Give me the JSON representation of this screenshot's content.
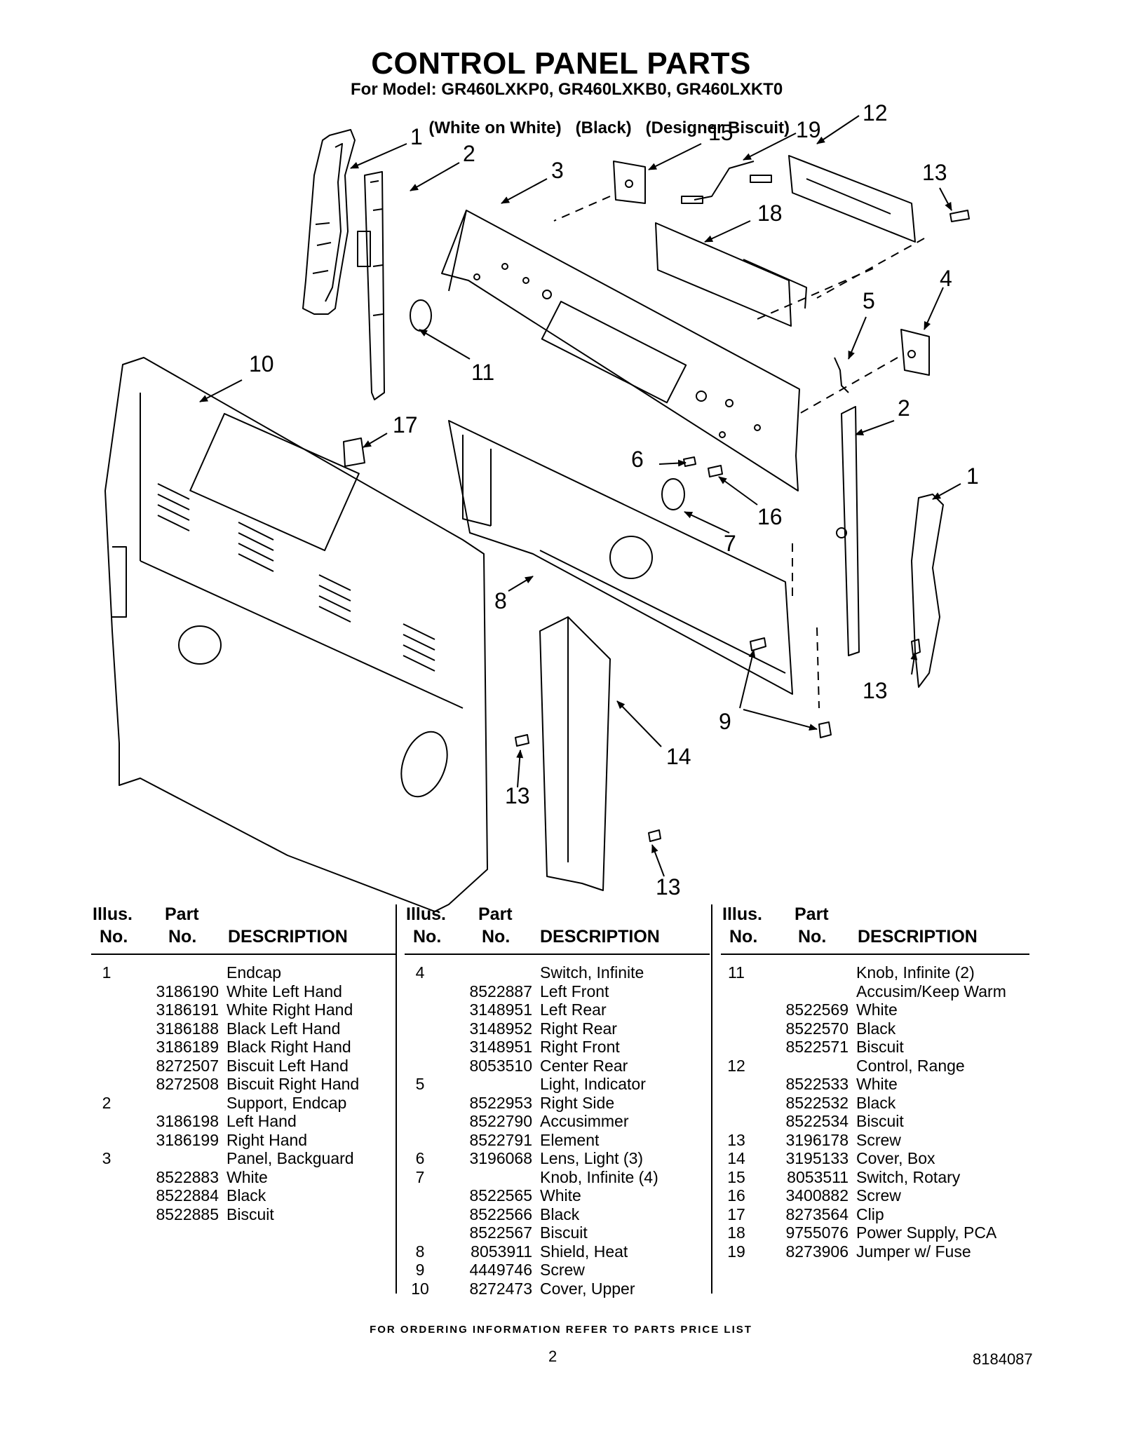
{
  "title": "CONTROL PANEL PARTS",
  "subtitle": "For Model: GR460LXKP0, GR460LXKB0, GR460LXKT0",
  "variants": [
    "(White on White)",
    "(Black)",
    "(Designer Biscuit)"
  ],
  "diagram_callouts": [
    "1",
    "2",
    "3",
    "15",
    "19",
    "12",
    "13",
    "18",
    "4",
    "5",
    "10",
    "11",
    "17",
    "2",
    "6",
    "1",
    "16",
    "7",
    "8",
    "13",
    "9",
    "13",
    "14",
    "13"
  ],
  "table_headers": {
    "illus_top": "Illus.",
    "illus_bottom": "No.",
    "part_top": "Part",
    "part_bottom": "No.",
    "description": "DESCRIPTION"
  },
  "columns": [
    [
      {
        "ill": "1",
        "part": "",
        "desc": "Endcap"
      },
      {
        "ill": "",
        "part": "3186190",
        "desc": "White Left Hand"
      },
      {
        "ill": "",
        "part": "3186191",
        "desc": "White Right Hand"
      },
      {
        "ill": "",
        "part": "3186188",
        "desc": "Black Left Hand"
      },
      {
        "ill": "",
        "part": "3186189",
        "desc": "Black Right Hand"
      },
      {
        "ill": "",
        "part": "8272507",
        "desc": "Biscuit Left Hand"
      },
      {
        "ill": "",
        "part": "8272508",
        "desc": "Biscuit Right Hand"
      },
      {
        "ill": "2",
        "part": "",
        "desc": "Support, Endcap"
      },
      {
        "ill": "",
        "part": "3186198",
        "desc": "Left Hand"
      },
      {
        "ill": "",
        "part": "3186199",
        "desc": "Right Hand"
      },
      {
        "ill": "3",
        "part": "",
        "desc": "Panel, Backguard"
      },
      {
        "ill": "",
        "part": "8522883",
        "desc": "White"
      },
      {
        "ill": "",
        "part": "8522884",
        "desc": "Black"
      },
      {
        "ill": "",
        "part": "8522885",
        "desc": "Biscuit"
      }
    ],
    [
      {
        "ill": "4",
        "part": "",
        "desc": "Switch, Infinite"
      },
      {
        "ill": "",
        "part": "8522887",
        "desc": "Left Front"
      },
      {
        "ill": "",
        "part": "3148951",
        "desc": "Left Rear"
      },
      {
        "ill": "",
        "part": "3148952",
        "desc": "Right Rear"
      },
      {
        "ill": "",
        "part": "3148951",
        "desc": "Right Front"
      },
      {
        "ill": "",
        "part": "8053510",
        "desc": "Center Rear"
      },
      {
        "ill": "5",
        "part": "",
        "desc": "Light, Indicator"
      },
      {
        "ill": "",
        "part": "8522953",
        "desc": "Right Side"
      },
      {
        "ill": "",
        "part": "8522790",
        "desc": "Accusimmer"
      },
      {
        "ill": "",
        "part": "8522791",
        "desc": "Element"
      },
      {
        "ill": "6",
        "part": "3196068",
        "desc": "Lens, Light (3)"
      },
      {
        "ill": "7",
        "part": "",
        "desc": "Knob, Infinite (4)"
      },
      {
        "ill": "",
        "part": "8522565",
        "desc": "White"
      },
      {
        "ill": "",
        "part": "8522566",
        "desc": "Black"
      },
      {
        "ill": "",
        "part": "8522567",
        "desc": "Biscuit"
      },
      {
        "ill": "8",
        "part": "8053911",
        "desc": "Shield, Heat"
      },
      {
        "ill": "9",
        "part": "4449746",
        "desc": "Screw"
      },
      {
        "ill": "10",
        "part": "8272473",
        "desc": "Cover, Upper"
      }
    ],
    [
      {
        "ill": "11",
        "part": "",
        "desc": "Knob, Infinite (2)"
      },
      {
        "ill": "",
        "part": "",
        "desc": "Accusim/Keep Warm"
      },
      {
        "ill": "",
        "part": "8522569",
        "desc": "White"
      },
      {
        "ill": "",
        "part": "8522570",
        "desc": "Black"
      },
      {
        "ill": "",
        "part": "8522571",
        "desc": "Biscuit"
      },
      {
        "ill": "12",
        "part": "",
        "desc": "Control, Range"
      },
      {
        "ill": "",
        "part": "8522533",
        "desc": "White"
      },
      {
        "ill": "",
        "part": "8522532",
        "desc": "Black"
      },
      {
        "ill": "",
        "part": "8522534",
        "desc": "Biscuit"
      },
      {
        "ill": "13",
        "part": "3196178",
        "desc": "Screw"
      },
      {
        "ill": "14",
        "part": "3195133",
        "desc": "Cover, Box"
      },
      {
        "ill": "15",
        "part": "8053511",
        "desc": "Switch, Rotary"
      },
      {
        "ill": "16",
        "part": "3400882",
        "desc": "Screw"
      },
      {
        "ill": "17",
        "part": "8273564",
        "desc": "Clip"
      },
      {
        "ill": "18",
        "part": "9755076",
        "desc": "Power Supply, PCA"
      },
      {
        "ill": "19",
        "part": "8273906",
        "desc": "Jumper w/ Fuse"
      }
    ]
  ],
  "footer": "FOR ORDERING INFORMATION REFER TO PARTS PRICE LIST",
  "page_number": "2",
  "document_number": "8184087"
}
